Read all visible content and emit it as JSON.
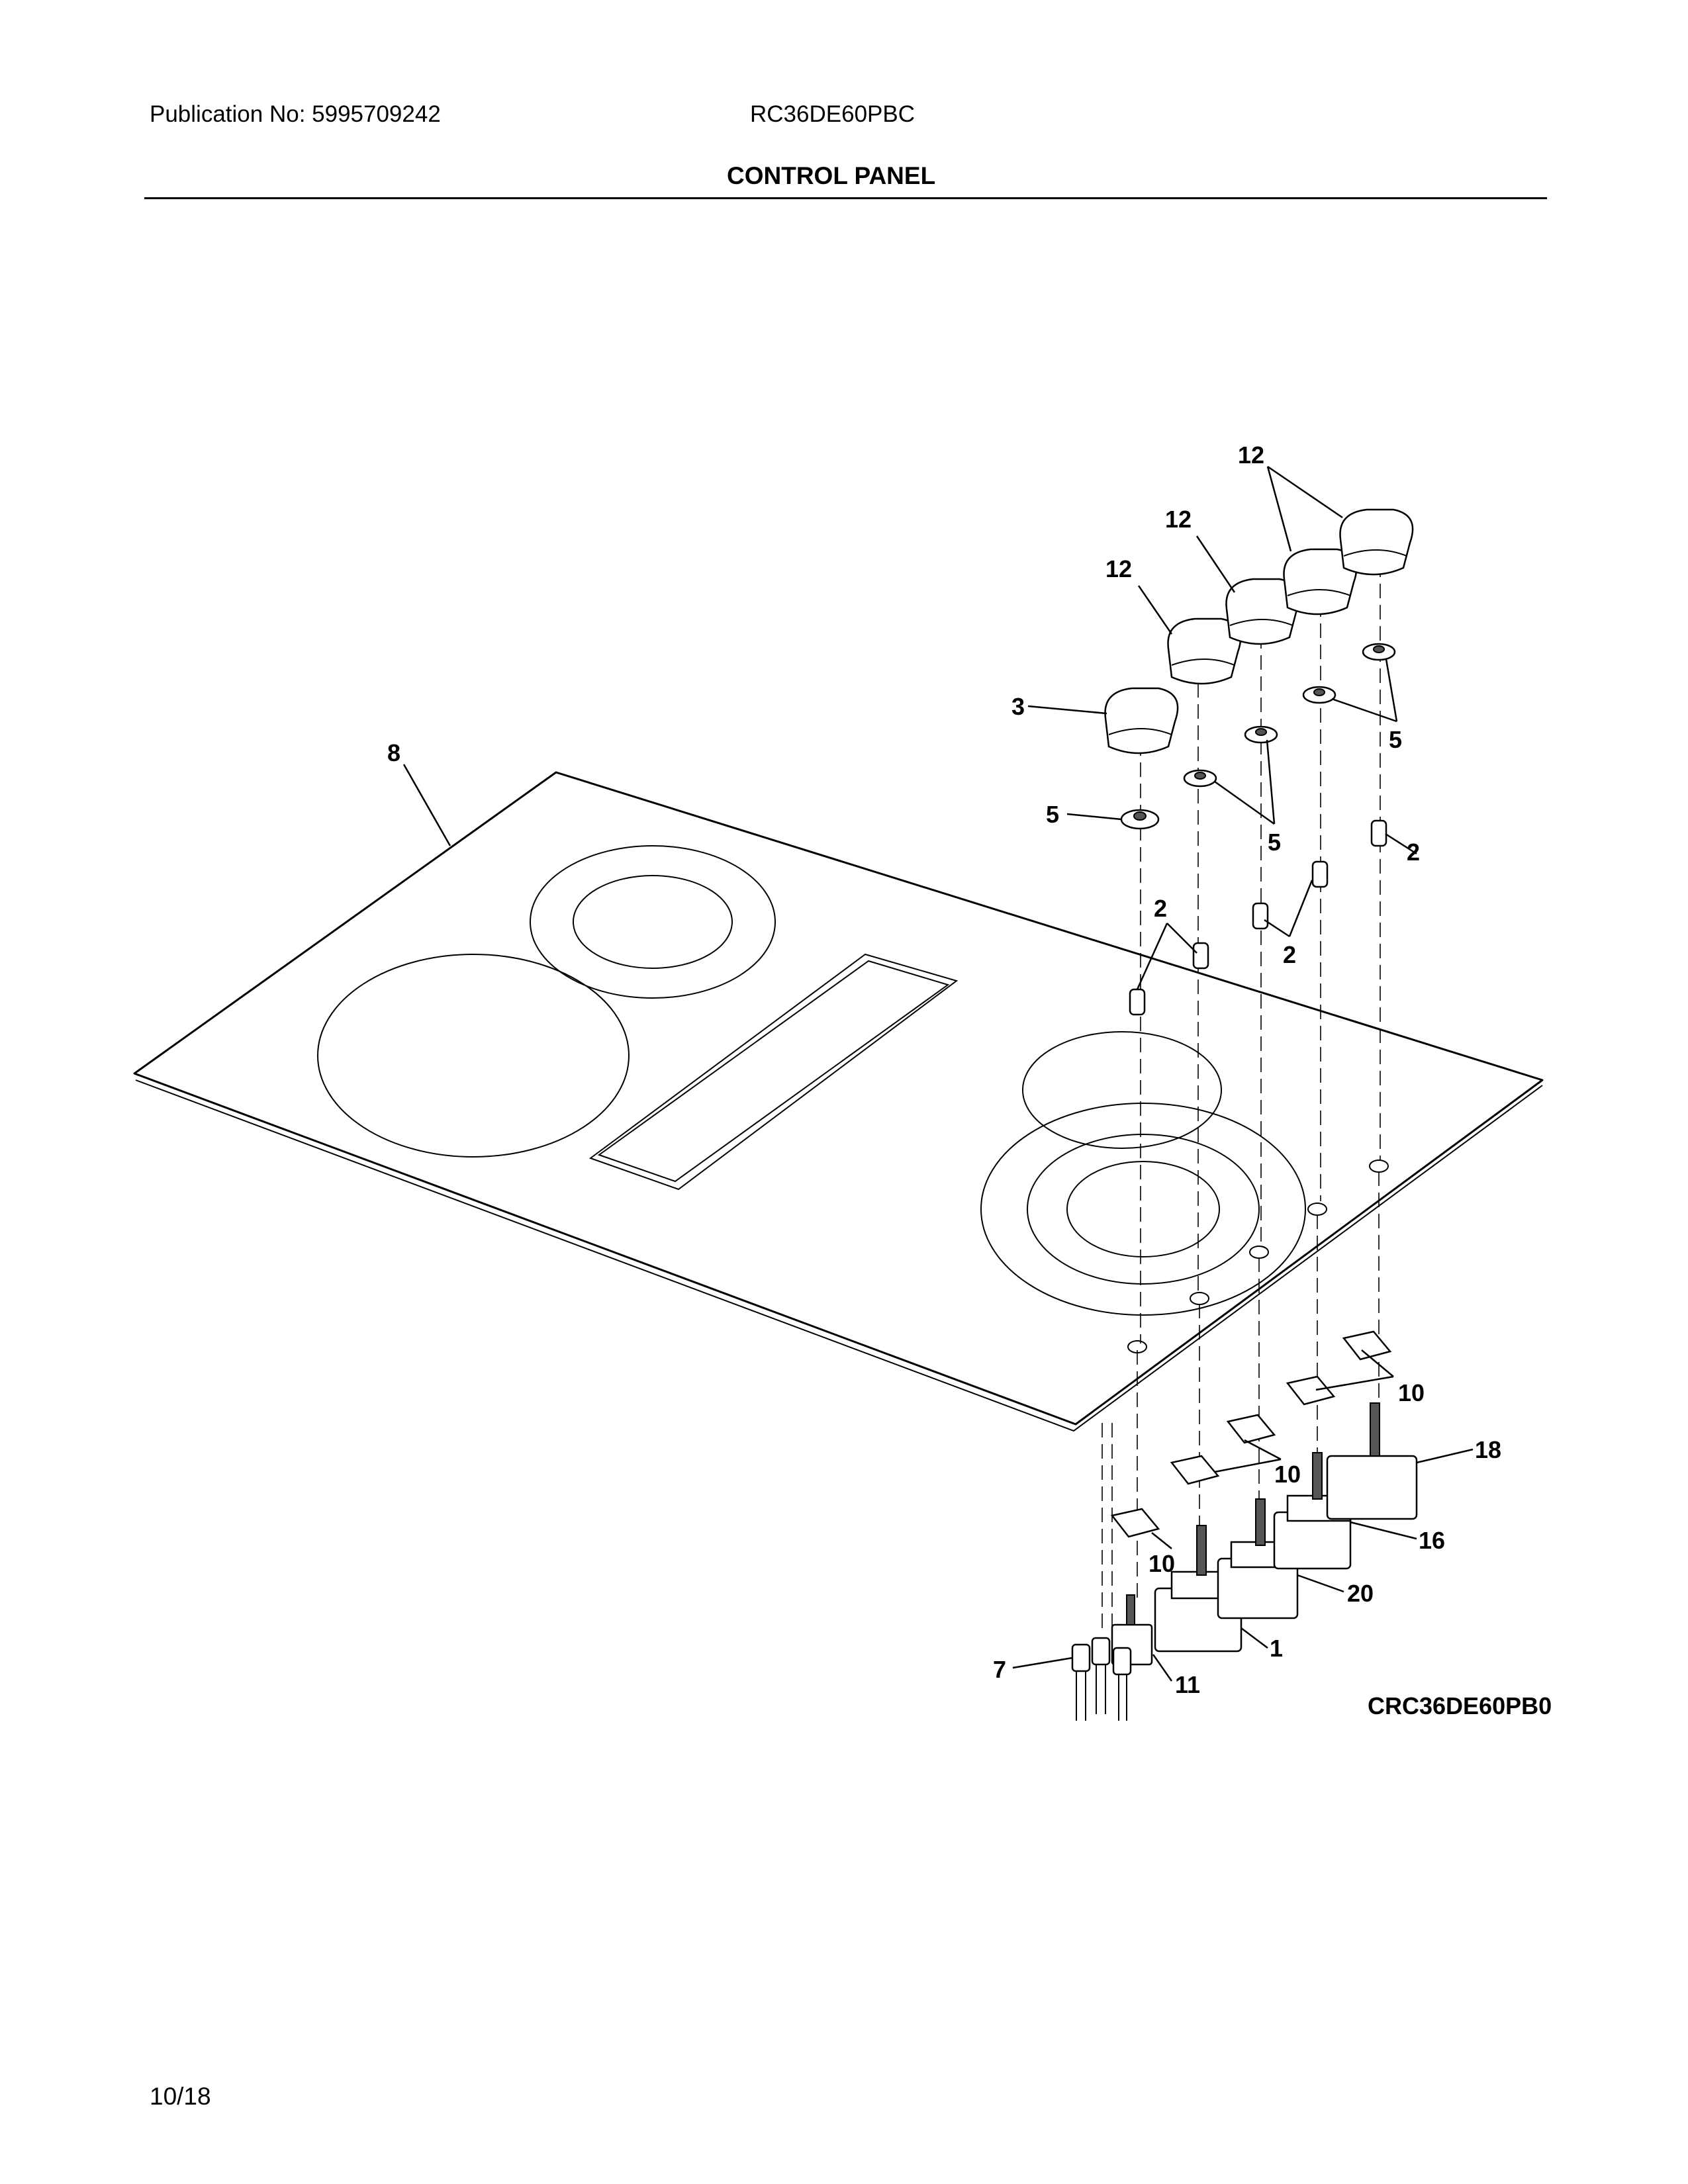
{
  "header": {
    "publication": "Publication No: 5995709242",
    "model": "RC36DE60PBC",
    "section_title": "CONTROL PANEL"
  },
  "diagram_code": "CRC36DE60PB0",
  "footer_date": "10/18",
  "callouts": {
    "c12a": "12",
    "c12b": "12",
    "c12c": "12",
    "c3": "3",
    "c8": "8",
    "c5a": "5",
    "c5b": "5",
    "c5c": "5",
    "c2a": "2",
    "c2b": "2",
    "c2c": "2",
    "c10a": "10",
    "c10b": "10",
    "c10c": "10",
    "c18": "18",
    "c16": "16",
    "c20": "20",
    "c1": "1",
    "c7": "7",
    "c11": "11"
  }
}
